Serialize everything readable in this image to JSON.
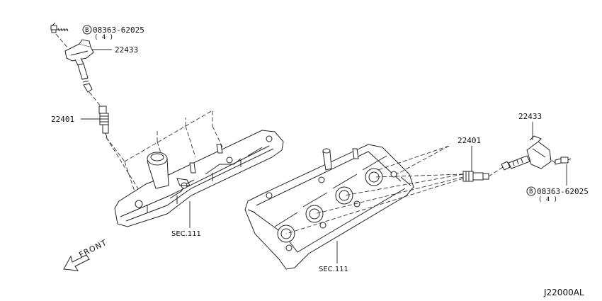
{
  "labels": {
    "bolt_left": "08363-62025",
    "bolt_left_qty": "( 4 )",
    "bolt_left_mark": "B",
    "coil_left": "22433",
    "plug_left": "22401",
    "sec_left": "SEC.111",
    "coil_right": "22433",
    "plug_right": "22401",
    "bolt_right": "08363-62025",
    "bolt_right_qty": "( 4 )",
    "bolt_right_mark": "B",
    "sec_right": "SEC.111",
    "front": "FRONT",
    "diagram_id": "J22000AL"
  }
}
